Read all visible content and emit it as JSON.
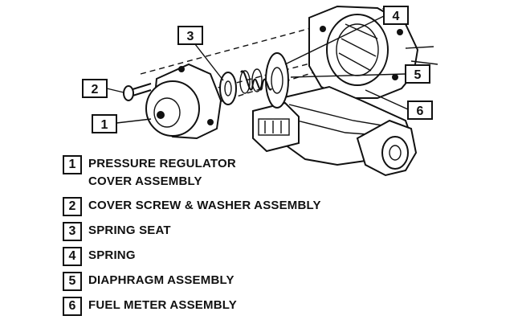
{
  "callouts": [
    "1",
    "2",
    "3",
    "4",
    "5",
    "6"
  ],
  "legend": [
    {
      "number": "1",
      "label": "PRESSURE REGULATOR\nCOVER ASSEMBLY"
    },
    {
      "number": "2",
      "label": "COVER SCREW & WASHER ASSEMBLY"
    },
    {
      "number": "3",
      "label": "SPRING SEAT"
    },
    {
      "number": "4",
      "label": "SPRING"
    },
    {
      "number": "5",
      "label": "DIAPHRAGM ASSEMBLY"
    },
    {
      "number": "6",
      "label": "FUEL METER ASSEMBLY"
    }
  ],
  "colors": {
    "ink": "#111111",
    "background": "#ffffff"
  }
}
